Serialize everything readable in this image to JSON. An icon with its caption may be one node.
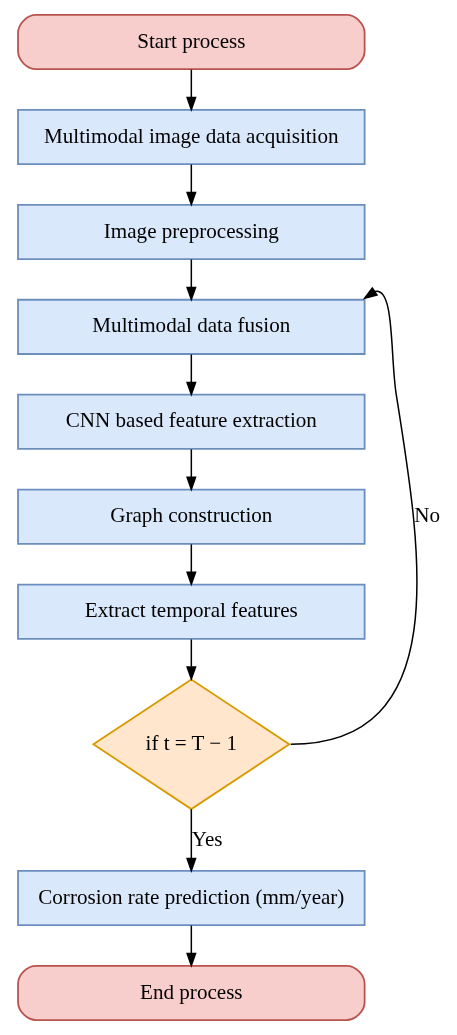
{
  "diagram": {
    "nodes": [
      {
        "text": [
          "Start process"
        ]
      },
      {
        "text": [
          "Multimodal image data acquisition"
        ]
      },
      {
        "text": [
          "Image preprocessing"
        ]
      },
      {
        "text": [
          "Multimodal data fusion"
        ]
      },
      {
        "text": [
          "CNN based feature extraction"
        ]
      },
      {
        "text": [
          "Graph construction"
        ]
      },
      {
        "text": [
          "Extract temporal features"
        ]
      },
      {
        "text": [
          "if t = T − 1"
        ]
      },
      {
        "text": [
          "Corrosion rate prediction (mm/year)"
        ]
      },
      {
        "text": [
          "End process"
        ]
      }
    ],
    "edges": [
      {
        "from": 0,
        "to": 1,
        "arrow": "to"
      },
      {
        "from": 1,
        "to": 2,
        "arrow": "to"
      },
      {
        "from": 2,
        "to": 3,
        "arrow": "to"
      },
      {
        "from": 3,
        "to": 4,
        "arrow": "to"
      },
      {
        "from": 4,
        "to": 5,
        "arrow": "to"
      },
      {
        "from": 5,
        "to": 6,
        "arrow": "to"
      },
      {
        "from": 6,
        "to": 7,
        "arrow": "to"
      },
      {
        "from": 7,
        "to": 8,
        "label": "Yes",
        "arrow": "to"
      },
      {
        "from": 7,
        "to": 3,
        "label": "No",
        "arrow": "to"
      },
      {
        "from": 8,
        "to": 9,
        "arrow": "to"
      }
    ]
  }
}
